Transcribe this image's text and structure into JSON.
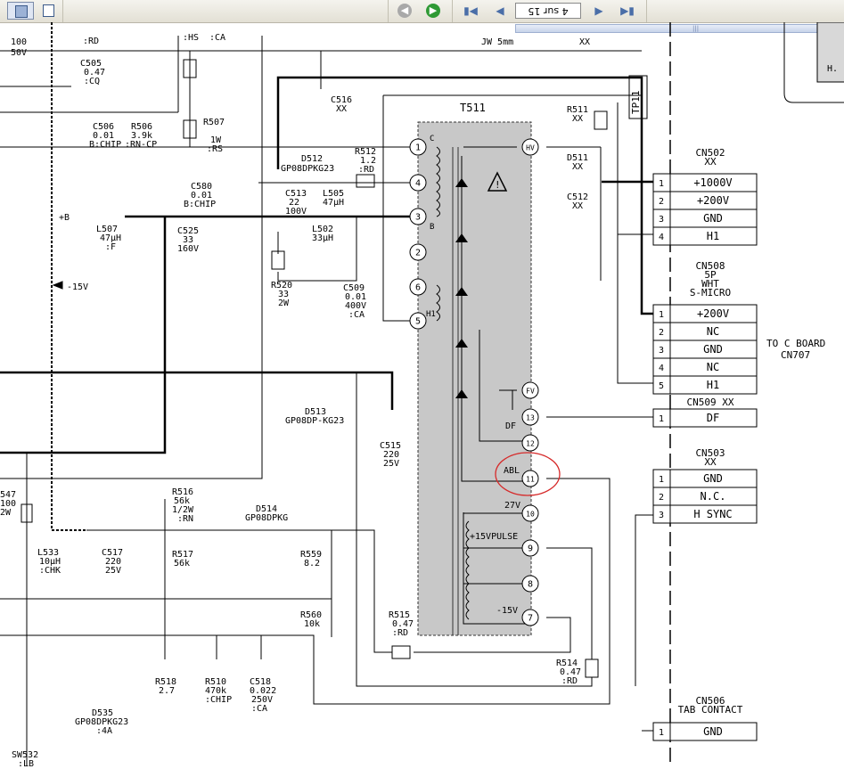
{
  "toolbar": {
    "page_field": "4 sur 15",
    "icons": [
      "layout-icon",
      "single-page-icon",
      "back-icon",
      "forward-icon",
      "first-page-icon",
      "previous-page-icon",
      "next-page-icon",
      "last-page-icon"
    ]
  },
  "schematic": {
    "transformer": {
      "name": "T511",
      "pins": [
        "1",
        "4",
        "3",
        "2",
        "6",
        "5",
        "HV",
        "FV",
        "13",
        "12",
        "11",
        "10",
        "9",
        "8",
        "7"
      ],
      "pin_notes": {
        "c": "C",
        "b": "B",
        "h1": "H1",
        "abl": "ABL",
        "v27": "27V",
        "pulse": "+15VPULSE",
        "neg15": "-15V",
        "df": "DF"
      }
    },
    "connectors": [
      {
        "name": "CN502",
        "sub": "XX",
        "rows": [
          [
            "1",
            "+1000V"
          ],
          [
            "2",
            "+200V"
          ],
          [
            "3",
            "GND"
          ],
          [
            "4",
            "H1"
          ]
        ]
      },
      {
        "name": "CN508",
        "sub": "5P",
        "sub2": "WHT",
        "sub3": "S-MICRO",
        "rows": [
          [
            "1",
            "+200V"
          ],
          [
            "2",
            "NC"
          ],
          [
            "3",
            "GND"
          ],
          [
            "4",
            "NC"
          ],
          [
            "5",
            "H1"
          ]
        ]
      },
      {
        "name": "CN509 XX",
        "rows": [
          [
            "1",
            "DF"
          ]
        ]
      },
      {
        "name": "CN503",
        "sub": "XX",
        "rows": [
          [
            "1",
            "GND"
          ],
          [
            "2",
            "N.C."
          ],
          [
            "3",
            "H SYNC"
          ]
        ]
      },
      {
        "name": "CN506",
        "sub": "TAB CONTACT",
        "rows": [
          [
            "1",
            "GND"
          ]
        ]
      }
    ],
    "to_board": [
      "TO C BOARD",
      "CN707"
    ],
    "labels": {
      "c_top_a": "100",
      "c_top_b": "50V",
      "rd_top": ":RD",
      "hs": ":HS",
      "ca": ":CA",
      "c505": [
        "C505",
        "0.47",
        ":CQ"
      ],
      "c506": [
        "C506",
        "0.01",
        "B:CHIP"
      ],
      "r506": [
        "R506",
        "3.9k",
        ":RN-CP"
      ],
      "r507": [
        "R507",
        "1W",
        ":RS"
      ],
      "c516": [
        "C516",
        "XX"
      ],
      "jw": "JW 5mm",
      "xx_top": "XX",
      "tp11": "TP11",
      "r511": [
        "R511",
        "XX"
      ],
      "d511": [
        "D511",
        "XX"
      ],
      "c512": [
        "C512",
        "XX"
      ],
      "d512": [
        "D512",
        "GP08DPKG23"
      ],
      "r512": [
        "R512",
        "1.2",
        ":RD"
      ],
      "c513": [
        "C513",
        "22",
        "100V"
      ],
      "l505": [
        "L505",
        "47µH"
      ],
      "c580": [
        "C580",
        "0.01",
        "B:CHIP"
      ],
      "b_plus": "+B",
      "l507": [
        "L507",
        "47µH",
        ":F"
      ],
      "c525": [
        "C525",
        "33",
        "160V"
      ],
      "l502": [
        "L502",
        "33µH"
      ],
      "r520": [
        "R520",
        "33",
        "2W"
      ],
      "c509": [
        "C509",
        "0.01",
        "400V",
        ":CA"
      ],
      "neg15": "-15V",
      "d513": [
        "D513",
        "GP08DP-KG23"
      ],
      "c515": [
        "C515",
        "220",
        "25V"
      ],
      "r547": [
        "547",
        "100",
        "2W"
      ],
      "l533": [
        "L533",
        "10µH",
        ":CHK"
      ],
      "c517": [
        "C517",
        "220",
        "25V"
      ],
      "r516": [
        "R516",
        "56k",
        "1/2W",
        ":RN"
      ],
      "d514": [
        "D514",
        "GP08DPKG"
      ],
      "r517": [
        "R517",
        "56k"
      ],
      "r559": [
        "R559",
        "8.2"
      ],
      "r560": [
        "R560",
        "10k"
      ],
      "r515": [
        "R515",
        "0.47",
        ":RD"
      ],
      "r518": [
        "R518",
        "2.7"
      ],
      "r510": [
        "R510",
        "470k",
        ":CHIP"
      ],
      "c518": [
        "C518",
        "0.022",
        "250V",
        ":CA"
      ],
      "r514": [
        "R514",
        "0.47",
        ":RD"
      ],
      "d535": [
        "D535",
        "GP08DPKG23",
        ":4A"
      ],
      "sw532": [
        "SW532",
        ":LB"
      ],
      "hi": "H."
    }
  },
  "colors": {
    "transformer_fill": "#c8c8c8",
    "highlight_circle": "#d62a2a",
    "toolbar": "#ece9d8",
    "scrollbar": "#c7d3ea"
  }
}
